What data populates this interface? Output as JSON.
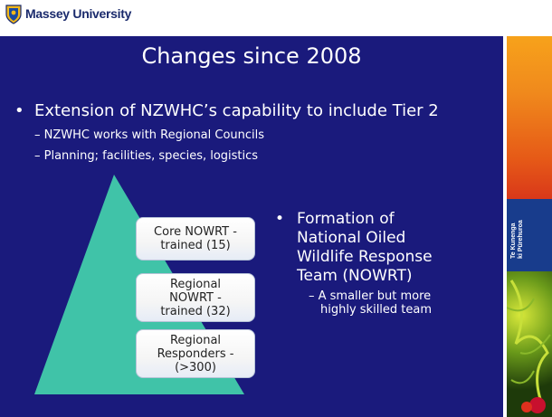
{
  "header": {
    "brand": "Massey University"
  },
  "slide": {
    "title": "Changes since 2008",
    "bullet1": "Extension of NZWHC’s capability to include Tier 2",
    "sub1": "– NZWHC works with Regional Councils",
    "sub2": "– Planning; facilities, species, logistics",
    "pyramid": {
      "level1": [
        "Core NOWRT -",
        "trained (15)"
      ],
      "level2": [
        "Regional",
        "NOWRT -",
        "trained (32)"
      ],
      "level3": [
        "Regional",
        "Responders -",
        "(>300)"
      ]
    },
    "bullet2": [
      "Formation of",
      "National Oiled",
      "Wildlife Response",
      "Team (NOWRT)"
    ],
    "bullet2_sub": [
      "– A smaller but more",
      "highly skilled team"
    ]
  },
  "side_strip": {
    "text": [
      "Te Kunenga",
      "ki Pūrehuroa"
    ]
  },
  "colors": {
    "slide_bg": "#1a1a7c",
    "pyramid": "#40c3a8",
    "brand": "#1a2a6c"
  },
  "icons": {
    "logo": "crest-icon"
  }
}
